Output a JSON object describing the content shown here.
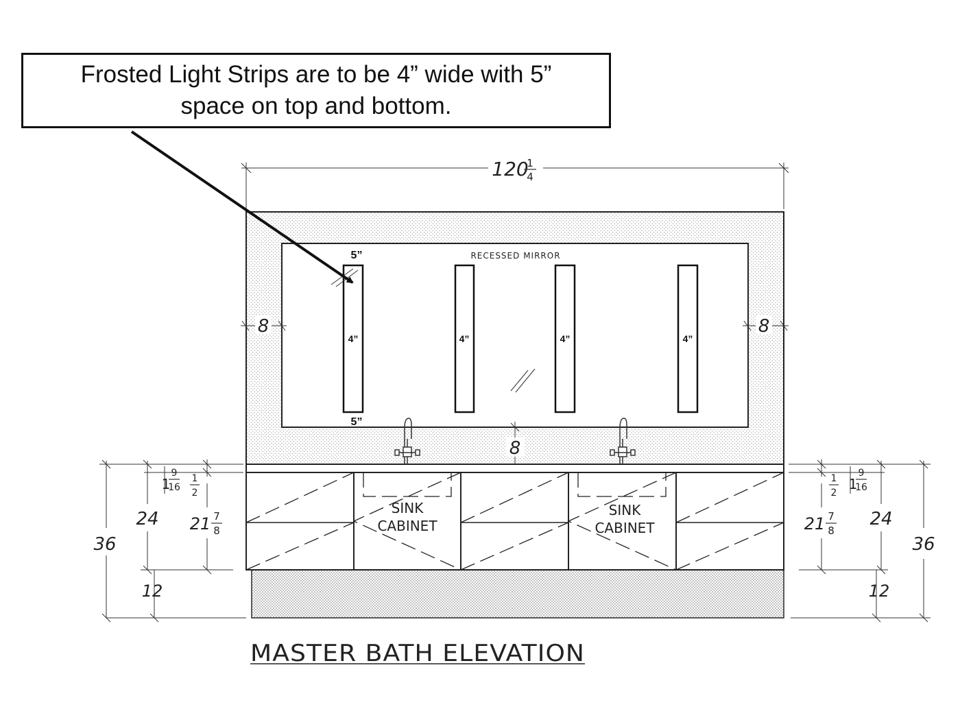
{
  "callout": {
    "text": "Frosted Light Strips are to be 4” wide with 5”\nspace on top and bottom."
  },
  "drawing": {
    "title": "MASTER BATH ELEVATION",
    "overall_width": {
      "whole": "120",
      "num": "1",
      "den": "4"
    },
    "mirror_label": "RECESSED MIRROR",
    "mirror_side_margin": "8",
    "mirror_bottom_margin": "8",
    "strip_gap_top": "5”",
    "strip_gap_bottom": "5”",
    "strip_widths": [
      "4”",
      "4”",
      "4”",
      "4”"
    ],
    "sink_cabinet_label": [
      "SINK",
      "CABINET"
    ],
    "dims": {
      "total_height": "36",
      "vanity_height": "24",
      "toe_kick": "12",
      "cabinet_body": {
        "whole": "21",
        "num": "7",
        "den": "8"
      },
      "countertop": {
        "whole": "1",
        "num": "9",
        "den": "16"
      },
      "top_reveal": {
        "num": "1",
        "den": "2"
      }
    }
  }
}
